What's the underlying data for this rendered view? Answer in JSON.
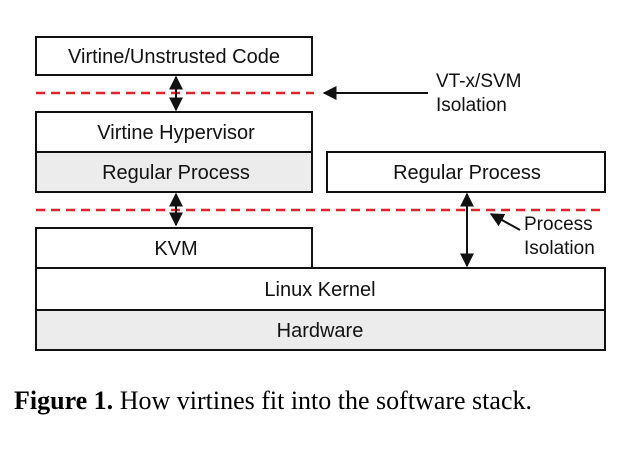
{
  "diagram": {
    "colors": {
      "box_white": "#ffffff",
      "box_gray": "#ececec",
      "border": "#111111",
      "dashed_line": "#e0242c",
      "arrow": "#111111"
    },
    "layers": {
      "virtine_code": "Virtine/Unstrusted Code",
      "virtine_hypervisor": "Virtine Hypervisor",
      "regular_process_left": "Regular Process",
      "regular_process_right": "Regular Process",
      "kvm": "KVM",
      "linux_kernel": "Linux Kernel",
      "hardware": "Hardware"
    },
    "annotations": {
      "vtx_line1": "VT-x/SVM",
      "vtx_line2": "Isolation",
      "process_line1": "Process",
      "process_line2": "Isolation"
    }
  },
  "caption": {
    "label": "Figure 1.",
    "text": "How virtines fit into the software stack."
  }
}
